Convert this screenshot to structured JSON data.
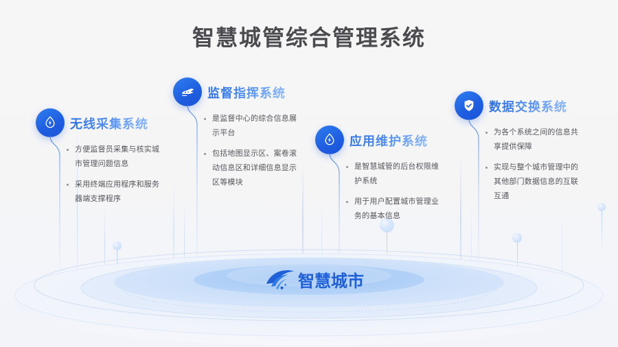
{
  "page": {
    "title": "智慧城管综合管理系统",
    "background_color": "#f5f5f6",
    "title_color": "#4b4b4f",
    "accent_color": "#1f5fe0",
    "heading_gradient_from": "#2a6fe0",
    "heading_gradient_to": "#8fb9f6"
  },
  "nodes": [
    {
      "icon": "water-drop-bolt-icon",
      "title": "无线采集系统",
      "bullets": [
        "方便监督员采集与核实城市管理问题信息",
        "采用终端应用程序和服务器端支撑程序"
      ]
    },
    {
      "icon": "high-speed-train-icon",
      "title": "监督指挥系统",
      "bullets": [
        "是监督中心的综合信息展示平台",
        "包括地图显示区、案卷滚动信息区和详细信息显示区等模块"
      ]
    },
    {
      "icon": "water-drop-bolt-icon",
      "title": "应用维护系统",
      "bullets": [
        "是智慧城管的后台权限维护系统",
        "用于用户配置城市管理业务的基本信息"
      ]
    },
    {
      "icon": "shield-check-icon",
      "title": "数据交换系统",
      "bullets": [
        "为各个系统之间的信息共享提供保障",
        "实现与整个城市管理中的其他部门数据信息的互联互通"
      ]
    }
  ],
  "platform": {
    "logo_text": "智慧城市",
    "logo_mark": "swoosh-arc-icon",
    "logo_color": "#1f5fd8"
  }
}
